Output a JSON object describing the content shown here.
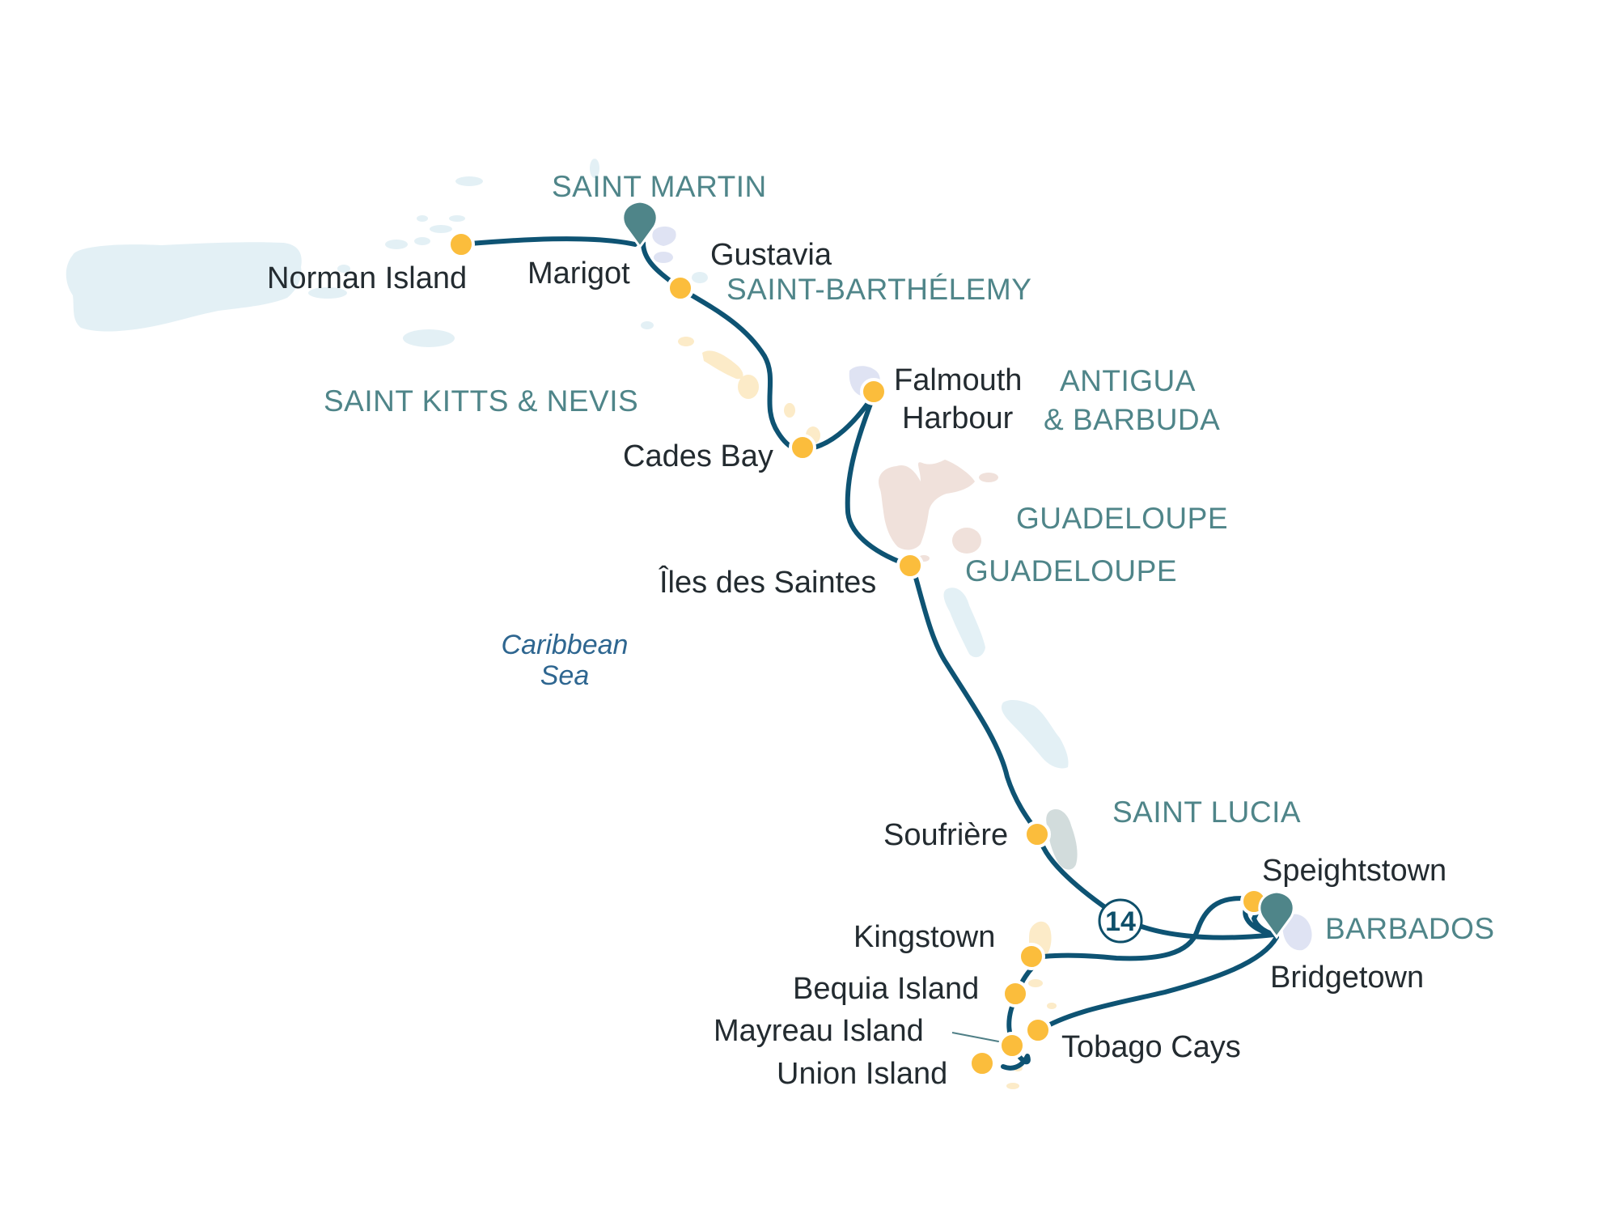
{
  "colors": {
    "route": "#0e5373",
    "port_dot": "#fbbd3c",
    "country_label": "#4f8589",
    "sea_label": "#2e6690",
    "pin": "#4f8589",
    "land_blue": "#e3f0f5",
    "land_yellow": "#fcebc8",
    "land_pink": "#f0e1db",
    "land_gray": "#d2dcdc",
    "land_lavender": "#dfe3f3"
  },
  "ports": {
    "norman_island": "Norman Island",
    "marigot": "Marigot",
    "gustavia": "Gustavia",
    "falmouth_1": "Falmouth",
    "falmouth_2": "Harbour",
    "cades_bay": "Cades Bay",
    "iles_des_saintes": "Îles des Saintes",
    "soufriere": "Soufrière",
    "speightstown": "Speightstown",
    "bridgetown": "Bridgetown",
    "kingstown": "Kingstown",
    "bequia": "Bequia Island",
    "mayreau": "Mayreau Island",
    "tobago_cays": "Tobago Cays",
    "union_island": "Union Island"
  },
  "countries": {
    "saint_martin": "SAINT MARTIN",
    "saint_barthelemy": "SAINT-BARTHÉLEMY",
    "saint_kitts": "SAINT KITTS & NEVIS",
    "antigua_1": "ANTIGUA",
    "antigua_2": "& BARBUDA",
    "guadeloupe_a": "GUADELOUPE",
    "guadeloupe_b": "GUADELOUPE",
    "saint_lucia": "SAINT LUCIA",
    "barbados": "BARBADOS"
  },
  "sea": {
    "line1": "Caribbean",
    "line2": "Sea"
  },
  "duration_badge": "14",
  "icons": {
    "start_pin": "map-pin-icon",
    "end_pin": "map-pin-icon"
  }
}
